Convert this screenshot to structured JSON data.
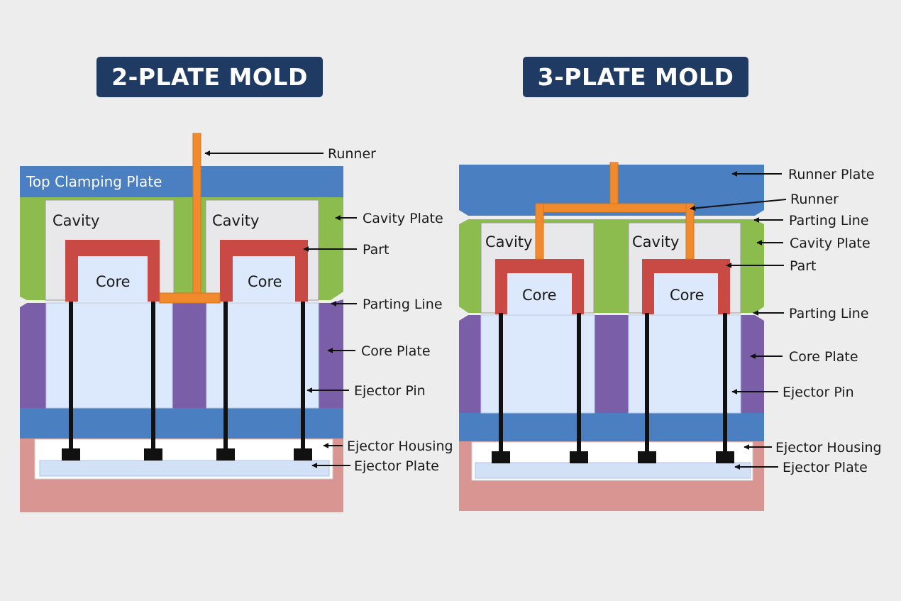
{
  "left_mold": {
    "title": "2-PLATE MOLD",
    "plate_label": "Top Clamping Plate",
    "cavity_1": "Cavity",
    "cavity_2": "Cavity",
    "core_1": "Core",
    "core_2": "Core",
    "callouts": {
      "runner": "Runner",
      "cavity_plate": "Cavity Plate",
      "part": "Part",
      "parting_line": "Parting Line",
      "core_plate": "Core Plate",
      "ejector_pin": "Ejector Pin",
      "ejector_housing": "Ejector Housing",
      "ejector_plate": "Ejector Plate"
    }
  },
  "right_mold": {
    "title": "3-PLATE MOLD",
    "cavity_1": "Cavity",
    "cavity_2": "Cavity",
    "core_1": "Core",
    "core_2": "Core",
    "callouts": {
      "runner_plate": "Runner Plate",
      "runner": "Runner",
      "parting_line_top": "Parting Line",
      "cavity_plate": "Cavity Plate",
      "part": "Part",
      "parting_line_bottom": "Parting Line",
      "core_plate": "Core Plate",
      "ejector_pin": "Ejector Pin",
      "ejector_housing": "Ejector Housing",
      "ejector_plate": "Ejector Plate"
    }
  },
  "colors": {
    "background": "#ededee",
    "title_box": "#1f3b63",
    "clamping_plate": "#4a7fc1",
    "cavity_plate": "#8cbc4d",
    "cavity_fill": "#e8e8ea",
    "part": "#c94a45",
    "core_fill": "#dce8fb",
    "core_plate": "#7b5ea8",
    "ejector_housing": "#d99592",
    "runner": "#f08a2c",
    "pin": "#111111"
  }
}
